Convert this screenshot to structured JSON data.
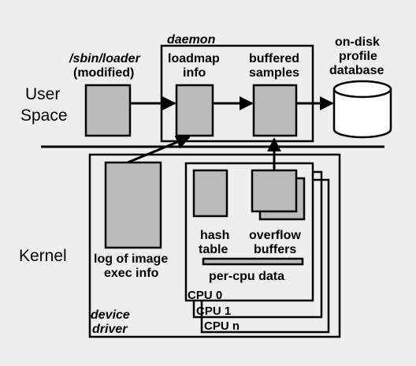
{
  "labels": {
    "user_space_1": "User",
    "user_space_2": "Space",
    "kernel": "Kernel",
    "daemon": "daemon",
    "loader_1": "/sbin/loader",
    "loader_2": "(modified)",
    "loadmap_1": "loadmap",
    "loadmap_2": "info",
    "buffered_1": "buffered",
    "buffered_2": "samples",
    "ondisk_1": "on-disk",
    "ondisk_2": "profile",
    "ondisk_3": "database",
    "hash_1": "hash",
    "hash_2": "table",
    "overflow_1": "overflow",
    "overflow_2": "buffers",
    "percpu": "per-cpu data",
    "log_1": "log of image",
    "log_2": "exec info",
    "cpu0": "CPU 0",
    "cpu1": "CPU 1",
    "cpun": "CPU n",
    "device_1": "device",
    "device_2": "driver"
  },
  "colors": {
    "background": "#eeeeee",
    "box_fill": "#bbbbbb",
    "line": "#000000"
  }
}
